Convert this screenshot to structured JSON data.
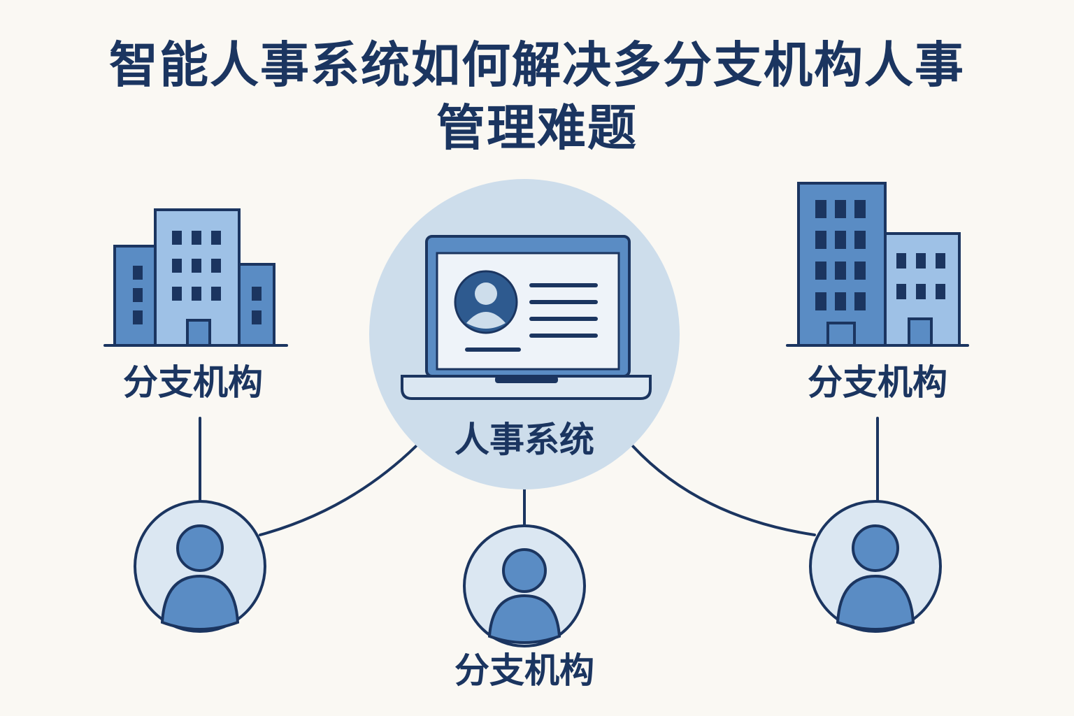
{
  "title": {
    "line1": "智能人事系统如何解决多分支机构人事",
    "line2": "管理难题"
  },
  "center": {
    "label": "人事系统"
  },
  "branches": {
    "left_label": "分支机构",
    "right_label": "分支机构",
    "bottom_label": "分支机构"
  },
  "colors": {
    "background": "#faf8f3",
    "navy": "#1b3560",
    "mid_blue": "#5a8cc4",
    "light_blue": "#9ec1e6",
    "pale_blue": "#cdddeb",
    "circle_fill": "#dbe7f2"
  },
  "icons": {
    "laptop": "laptop-profile-icon",
    "building": "office-building-icon",
    "user": "user-avatar-icon"
  }
}
